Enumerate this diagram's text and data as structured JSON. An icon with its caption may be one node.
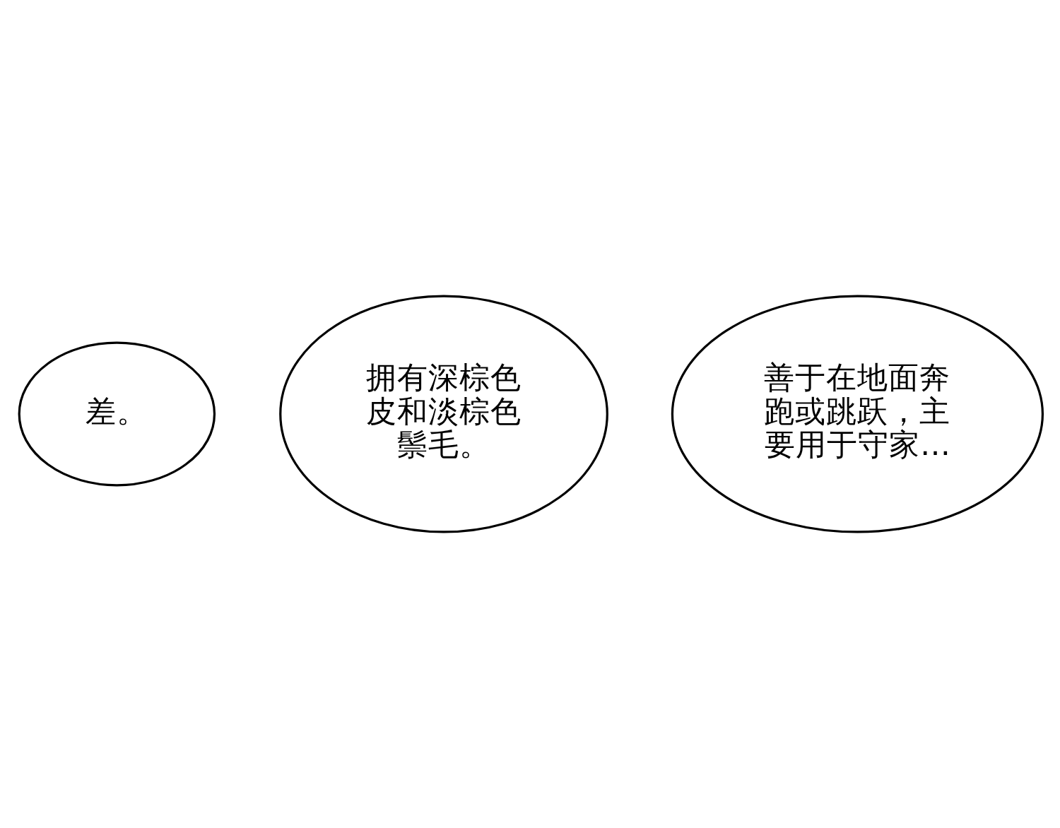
{
  "diagram": {
    "nodes": [
      {
        "text": [
          "差。"
        ]
      },
      {
        "text": [
          "拥有深棕色皮和淡棕色鬃毛。"
        ]
      },
      {
        "text": [
          "善于在地面奔跑或跳跃，主要用于守家…"
        ]
      }
    ]
  }
}
